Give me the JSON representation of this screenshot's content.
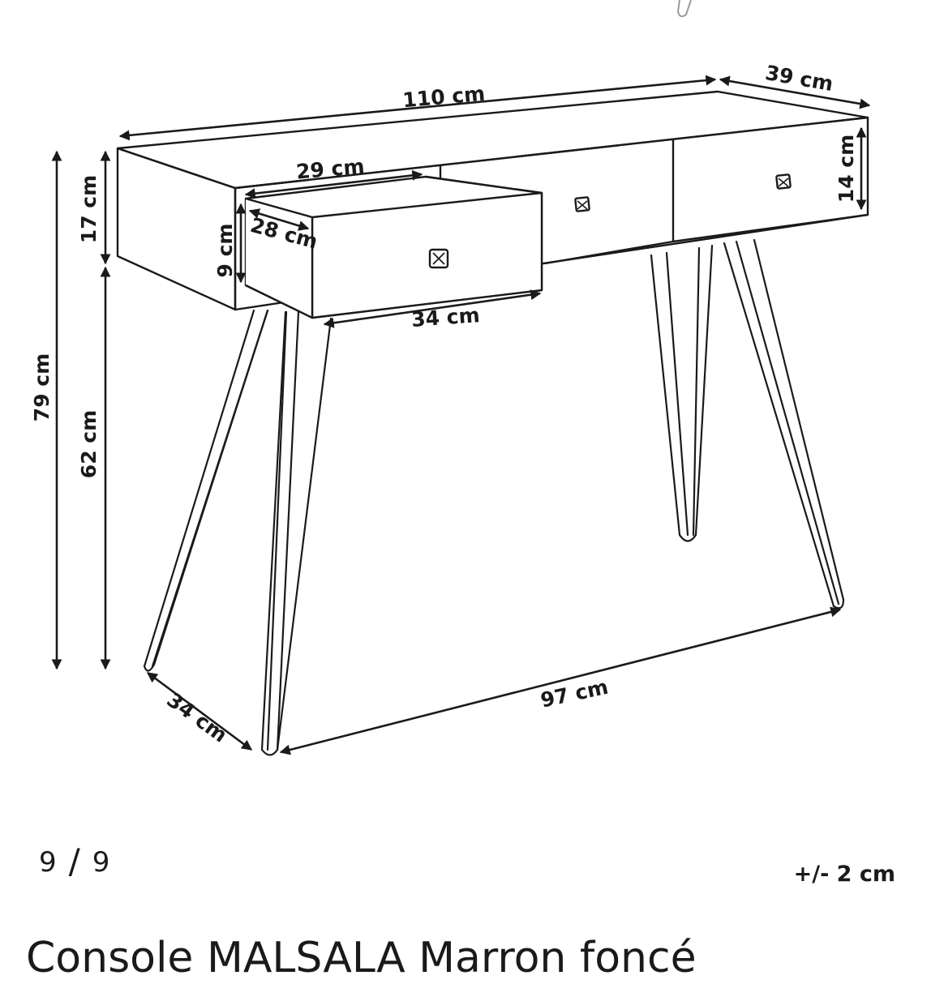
{
  "gallery": {
    "counter": {
      "current": "9",
      "separator": "/",
      "total": "9"
    },
    "tolerance": "+/- 2 cm"
  },
  "dimensions": {
    "total_width": "110 cm",
    "depth": "39 cm",
    "total_height": "79 cm",
    "top_height": "17 cm",
    "leg_height": "62 cm",
    "drawer_height": "14 cm",
    "drawer_inner_width": "29 cm",
    "drawer_inner_depth": "28 cm",
    "drawer_inner_height": "9 cm",
    "drawer_front_width": "34 cm",
    "leg_span_depth": "34 cm",
    "leg_span_width": "97 cm"
  },
  "product": {
    "title": "Console MALSALA Marron foncé"
  }
}
